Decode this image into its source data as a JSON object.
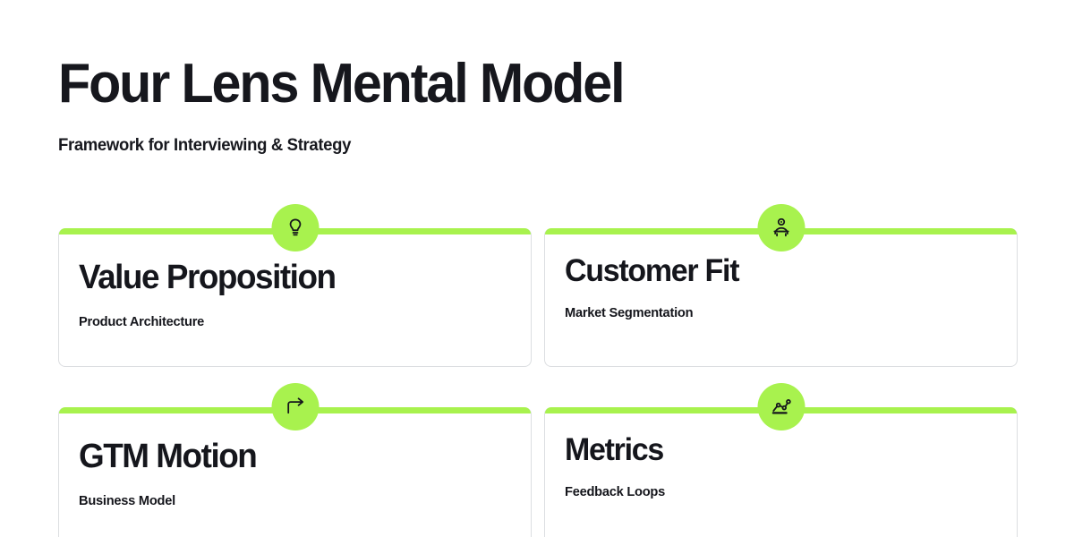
{
  "header": {
    "title": "Four Lens Mental Model",
    "subtitle": "Framework for Interviewing & Strategy"
  },
  "theme": {
    "accent_green": "#a8f24e",
    "text_dark": "#15161c",
    "card_border": "#dcdee1",
    "background": "#ffffff"
  },
  "cards": [
    {
      "title": "Value Proposition",
      "subtitle": "Product Architecture",
      "icon": "lightbulb-icon"
    },
    {
      "title": "Customer Fit",
      "subtitle": "Market Segmentation",
      "icon": "user-icon"
    },
    {
      "title": "GTM Motion",
      "subtitle": "Business Model",
      "icon": "corner-up-right-arrow-icon"
    },
    {
      "title": "Metrics",
      "subtitle": "Feedback Loops",
      "icon": "line-chart-icon"
    }
  ]
}
